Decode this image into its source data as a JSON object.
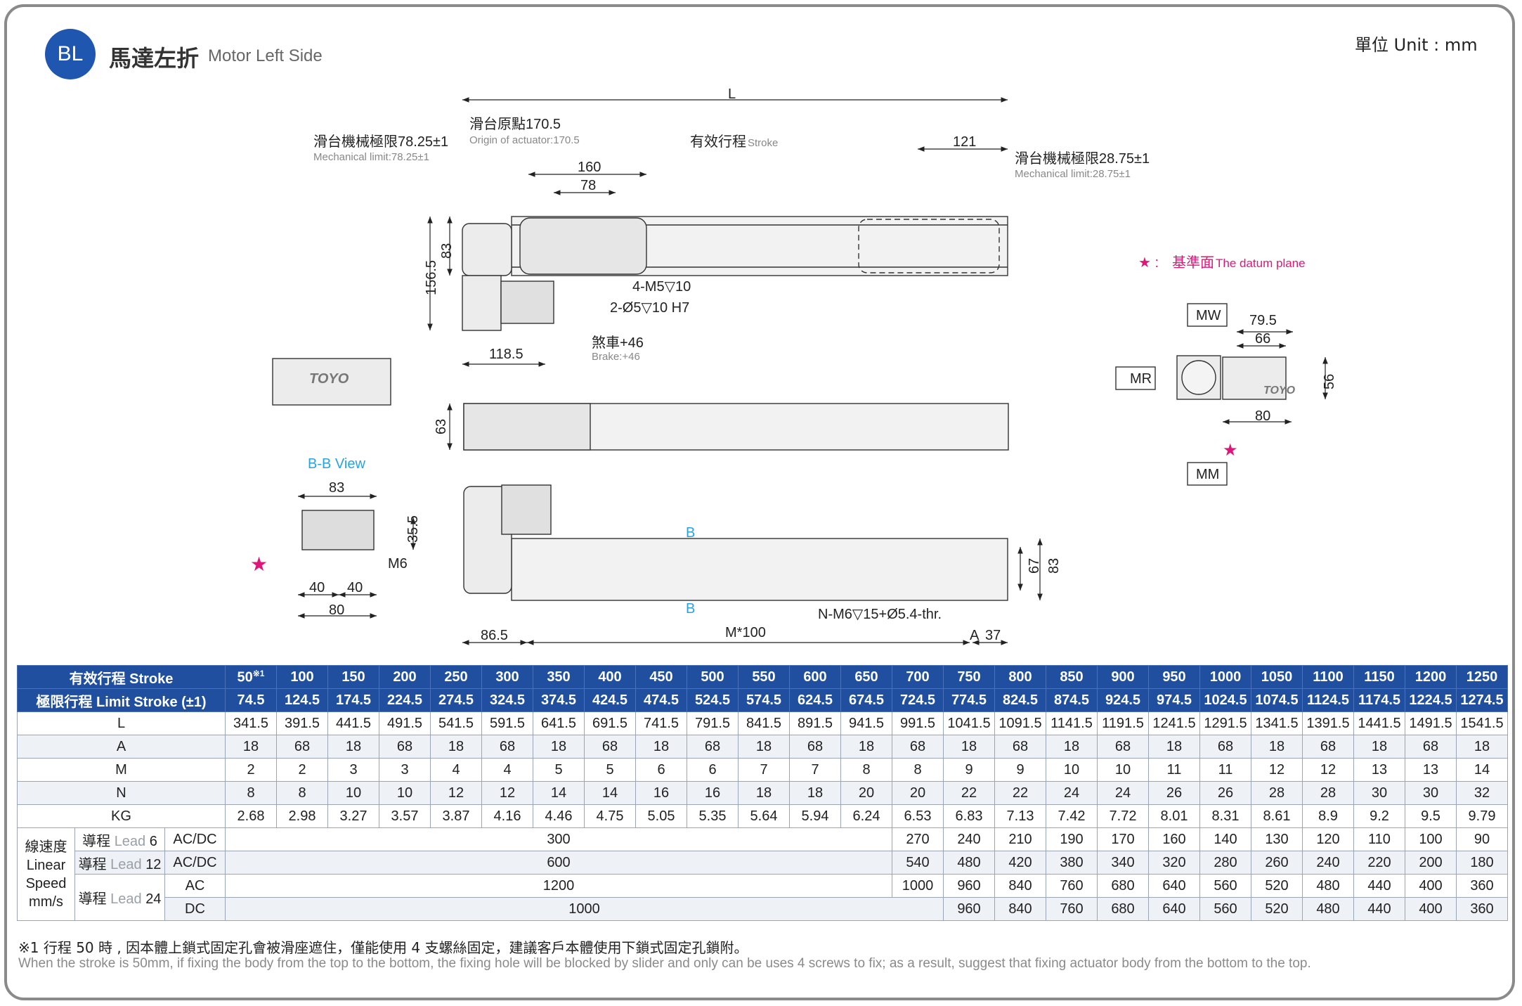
{
  "header": {
    "badge": "BL",
    "title_zh": "馬達左折",
    "title_en": "Motor Left Side",
    "unit": "單位 Unit : mm"
  },
  "drawing": {
    "L": "L",
    "origin_zh": "滑台原點170.5",
    "origin_en": "Origin of actuator:170.5",
    "mech_left_zh": "滑台機械極限78.25±1",
    "mech_left_en": "Mechanical limit:78.25±1",
    "mech_right_zh": "滑台機械極限28.75±1",
    "mech_right_en": "Mechanical limit:28.75±1",
    "stroke_zh": "有效行程",
    "stroke_en": "Stroke",
    "d121": "121",
    "d160": "160",
    "d78": "78",
    "d83": "83",
    "d156": "156.5",
    "d118": "118.5",
    "m5": "4-M5▽10",
    "dowel": "2-Ø5▽10 H7",
    "brake_zh": "煞車+46",
    "brake_en": "Brake:+46",
    "d63": "63",
    "datum_prefix": "★ : ",
    "datum_zh": "基準面",
    "datum_en": "The datum plane",
    "MW": "MW",
    "MR": "MR",
    "MM": "MM",
    "d79": "79.5",
    "d66": "66",
    "d56": "56",
    "d80r": "80",
    "bb_view": "B-B View",
    "bb83": "83",
    "bb35": "35.5",
    "bbM6": "M6",
    "bb40a": "40",
    "bb40b": "40",
    "bb80": "80",
    "B1": "B",
    "B2": "B",
    "d67": "67",
    "d83b": "83",
    "nm6": "N-M6▽15+Ø5.4-thr.",
    "d86": "86.5",
    "m100": "M*100",
    "A": "A",
    "d37": "37",
    "logo": "TOYO",
    "star": "★"
  },
  "table": {
    "stroke_label": "有效行程 Stroke",
    "limit_label": "極限行程 Limit Stroke (±1)",
    "stroke_first": "50",
    "stroke_first_note": "※1",
    "strokes": [
      "100",
      "150",
      "200",
      "250",
      "300",
      "350",
      "400",
      "450",
      "500",
      "550",
      "600",
      "650",
      "700",
      "750",
      "800",
      "850",
      "900",
      "950",
      "1000",
      "1050",
      "1100",
      "1150",
      "1200",
      "1250"
    ],
    "limit": [
      "74.5",
      "124.5",
      "174.5",
      "224.5",
      "274.5",
      "324.5",
      "374.5",
      "424.5",
      "474.5",
      "524.5",
      "574.5",
      "624.5",
      "674.5",
      "724.5",
      "774.5",
      "824.5",
      "874.5",
      "924.5",
      "974.5",
      "1024.5",
      "1074.5",
      "1124.5",
      "1174.5",
      "1224.5",
      "1274.5"
    ],
    "rows": [
      {
        "name": "L",
        "values": [
          "341.5",
          "391.5",
          "441.5",
          "491.5",
          "541.5",
          "591.5",
          "641.5",
          "691.5",
          "741.5",
          "791.5",
          "841.5",
          "891.5",
          "941.5",
          "991.5",
          "1041.5",
          "1091.5",
          "1141.5",
          "1191.5",
          "1241.5",
          "1291.5",
          "1341.5",
          "1391.5",
          "1441.5",
          "1491.5",
          "1541.5"
        ]
      },
      {
        "name": "A",
        "values": [
          "18",
          "68",
          "18",
          "68",
          "18",
          "68",
          "18",
          "68",
          "18",
          "68",
          "18",
          "68",
          "18",
          "68",
          "18",
          "68",
          "18",
          "68",
          "18",
          "68",
          "18",
          "68",
          "18",
          "68",
          "18"
        ]
      },
      {
        "name": "M",
        "values": [
          "2",
          "2",
          "3",
          "3",
          "4",
          "4",
          "5",
          "5",
          "6",
          "6",
          "7",
          "7",
          "8",
          "8",
          "9",
          "9",
          "10",
          "10",
          "11",
          "11",
          "12",
          "12",
          "13",
          "13",
          "14"
        ]
      },
      {
        "name": "N",
        "values": [
          "8",
          "8",
          "10",
          "10",
          "12",
          "12",
          "14",
          "14",
          "16",
          "16",
          "18",
          "18",
          "20",
          "20",
          "22",
          "22",
          "24",
          "24",
          "26",
          "26",
          "28",
          "28",
          "30",
          "30",
          "32"
        ]
      },
      {
        "name": "KG",
        "values": [
          "2.68",
          "2.98",
          "3.27",
          "3.57",
          "3.87",
          "4.16",
          "4.46",
          "4.75",
          "5.05",
          "5.35",
          "5.64",
          "5.94",
          "6.24",
          "6.53",
          "6.83",
          "7.13",
          "7.42",
          "7.72",
          "8.01",
          "8.31",
          "8.61",
          "8.9",
          "9.2",
          "9.5",
          "9.79"
        ]
      }
    ],
    "speed_label": [
      "線速度",
      "Linear",
      "Speed",
      "mm/s"
    ],
    "lead_zh": "導程",
    "lead_prefix": "Lead",
    "lead6": {
      "lead": "6",
      "drive": "AC/DC",
      "common": "300",
      "values": [
        "270",
        "240",
        "210",
        "190",
        "170",
        "160",
        "140",
        "130",
        "120",
        "110",
        "100",
        "90"
      ]
    },
    "lead12": {
      "lead": "12",
      "drive": "AC/DC",
      "common": "600",
      "values": [
        "540",
        "480",
        "420",
        "380",
        "340",
        "320",
        "280",
        "260",
        "240",
        "220",
        "200",
        "180"
      ]
    },
    "lead24": {
      "lead": "24"
    },
    "lead24ac": {
      "drive": "AC",
      "common": "1200",
      "values": [
        "1000",
        "960",
        "840",
        "760",
        "680",
        "640",
        "560",
        "520",
        "480",
        "440",
        "400",
        "360"
      ]
    },
    "lead24dc": {
      "drive": "DC",
      "common": "1000",
      "values": [
        "960",
        "840",
        "760",
        "680",
        "640",
        "560",
        "520",
        "480",
        "440",
        "400",
        "360"
      ]
    }
  },
  "notes": {
    "zh": "※1 行程 50 時 , 因本體上鎖式固定孔會被滑座遮住，僅能使用 4 支螺絲固定，建議客戶本體使用下鎖式固定孔鎖附。",
    "en": "When the stroke is 50mm, if fixing the body from the top to the bottom, the fixing hole will be blocked by slider and only can be uses 4 screws to fix; as a result, suggest that fixing actuator body from the bottom to the top."
  },
  "colors": {
    "header_blue": "#1f4f9e",
    "badge_blue": "#1e56b0",
    "datum_pink": "#e0157a",
    "view_blue": "#29a3e0"
  }
}
